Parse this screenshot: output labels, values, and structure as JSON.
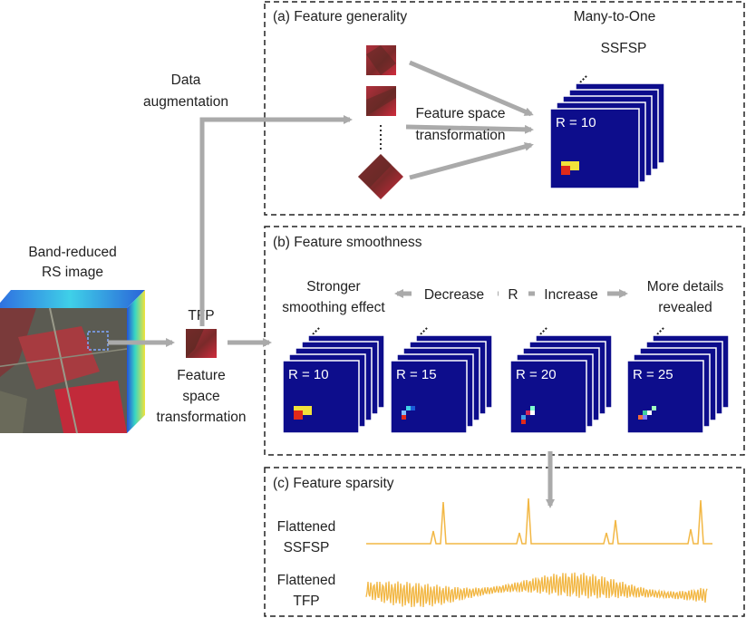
{
  "input": {
    "title_line1": "Band-reduced",
    "title_line2": "RS image",
    "tfp_label": "TFP",
    "fst_line1": "Feature",
    "fst_line2": "space",
    "fst_line3": "transformation"
  },
  "augmentation": {
    "line1": "Data",
    "line2": "augmentation"
  },
  "panel_a": {
    "title": "(a) Feature generality",
    "many_to_one": "Many-to-One",
    "ssfsp": "SSFSP",
    "fst_line1": "Feature space",
    "fst_line2": "transformation",
    "r_label": "R = 10"
  },
  "panel_b": {
    "title": "(b) Feature smoothness",
    "left_line1": "Stronger",
    "left_line2": "smoothing effect",
    "decrease": "Decrease",
    "r": "R",
    "increase": "Increase",
    "right_line1": "More details",
    "right_line2": "revealed",
    "stacks": [
      {
        "r_label": "R = 10"
      },
      {
        "r_label": "R = 15"
      },
      {
        "r_label": "R = 20"
      },
      {
        "r_label": "R = 25"
      }
    ]
  },
  "panel_c": {
    "title": "(c) Feature sparsity",
    "ssfsp_line1": "Flattened",
    "ssfsp_line2": "SSFSP",
    "tfp_line1": "Flattened",
    "tfp_line2": "TFP"
  },
  "colors": {
    "arrow": "#aaaaaa",
    "map_fill": "#0d0d8c",
    "signal": "#f2b744",
    "panel_border": "#222222"
  }
}
